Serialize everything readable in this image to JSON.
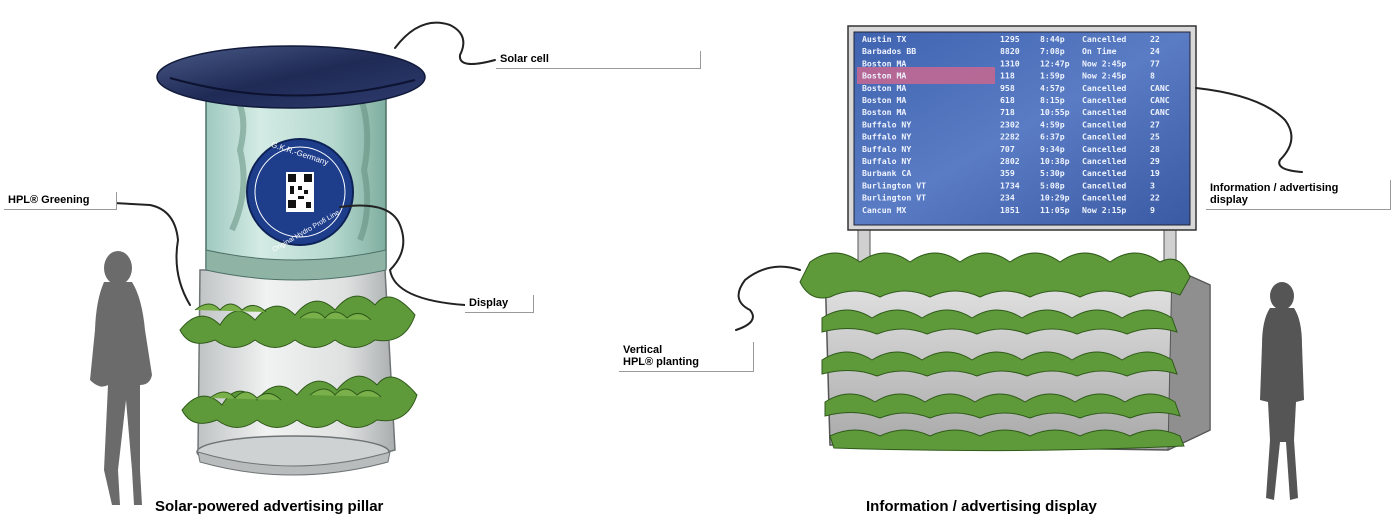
{
  "labels": {
    "solar_cell": "Solar cell",
    "hpl_greening": "HPL® Greening",
    "display": "Display",
    "vertical_planting_line1": "Vertical",
    "vertical_planting_line2": "HPL® planting",
    "info_display_line1": "Information / advertising",
    "info_display_line2": "display"
  },
  "captions": {
    "left": "Solar-powered advertising pillar",
    "right": "Information / advertising display"
  },
  "badge": {
    "top_text": "G.K.R.-Germany",
    "ring_text": "Original Hydro Profi Line"
  },
  "board_rows": [
    [
      "Austin  TX",
      "1295",
      " 8:44p",
      "Cancelled",
      "22"
    ],
    [
      "Barbados  BB",
      "8820",
      " 7:08p",
      "On Time",
      "24"
    ],
    [
      "Boston  MA",
      "1310",
      "12:47p",
      "Now 2:45p",
      "77"
    ],
    [
      "Boston  MA",
      "118",
      " 1:59p",
      "Now 2:45p",
      "8"
    ],
    [
      "Boston  MA",
      "958",
      " 4:57p",
      "Cancelled",
      "CANC"
    ],
    [
      "Boston  MA",
      "618",
      " 8:15p",
      "Cancelled",
      "CANC"
    ],
    [
      "Boston  MA",
      "718",
      "10:55p",
      "Cancelled",
      "CANC"
    ],
    [
      "Buffalo  NY",
      "2302",
      " 4:59p",
      "Cancelled",
      "27"
    ],
    [
      "Buffalo  NY",
      "2282",
      " 6:37p",
      "Cancelled",
      "25"
    ],
    [
      "Buffalo  NY",
      "707",
      " 9:34p",
      "Cancelled",
      "28"
    ],
    [
      "Buffalo  NY",
      "2802",
      "10:38p",
      "Cancelled",
      "29"
    ],
    [
      "Burbank  CA",
      "359",
      " 5:30p",
      "Cancelled",
      "19"
    ],
    [
      "Burlington  VT",
      "1734",
      " 5:08p",
      "Cancelled",
      "3"
    ],
    [
      "Burlington  VT",
      "234",
      "10:29p",
      "Cancelled",
      "22"
    ],
    [
      "Cancun  MX",
      "1851",
      "11:05p",
      "Now 2:15p",
      "9"
    ]
  ]
}
